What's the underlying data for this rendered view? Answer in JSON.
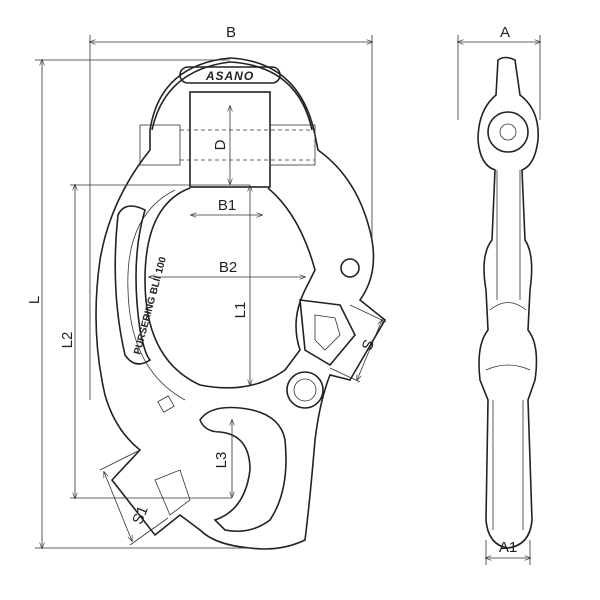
{
  "drawing": {
    "brand": "ASANO",
    "model": "PURSERING BLII 100",
    "dimensions": {
      "B": "B",
      "A": "A",
      "L": "L",
      "L1": "L1",
      "L2": "L2",
      "L3": "L3",
      "B1": "B1",
      "B2": "B2",
      "D": "D",
      "S": "S",
      "S1": "S1",
      "A1": "A1"
    }
  }
}
